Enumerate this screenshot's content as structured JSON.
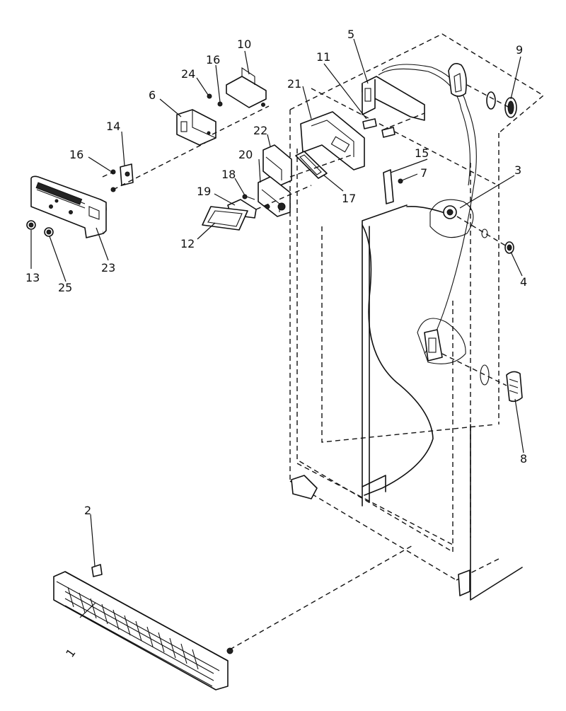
{
  "diagram": {
    "callouts": [
      "1",
      "2",
      "3",
      "4",
      "5",
      "6",
      "7",
      "8",
      "9",
      "10",
      "11",
      "12",
      "13",
      "14",
      "15",
      "16",
      "16",
      "17",
      "18",
      "19",
      "20",
      "21",
      "22",
      "23",
      "24",
      "25"
    ]
  }
}
